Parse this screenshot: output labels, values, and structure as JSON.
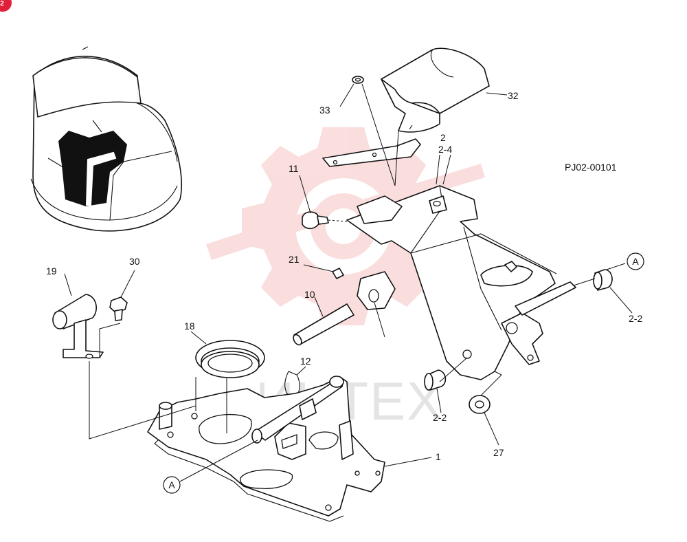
{
  "badge": {
    "text": "2",
    "color": "#e0203a"
  },
  "diagram_code": "PJ02-00101",
  "watermark": {
    "text": "ИНТЕХ",
    "color": "#f08a8a"
  },
  "callouts": [
    {
      "id": "c33",
      "text": "33"
    },
    {
      "id": "c32",
      "text": "32"
    },
    {
      "id": "c2",
      "text": "2"
    },
    {
      "id": "c2-4",
      "text": "2-4"
    },
    {
      "id": "c11",
      "text": "11"
    },
    {
      "id": "c21",
      "text": "21"
    },
    {
      "id": "c10",
      "text": "10"
    },
    {
      "id": "c19",
      "text": "19"
    },
    {
      "id": "c30",
      "text": "30"
    },
    {
      "id": "c18",
      "text": "18"
    },
    {
      "id": "c12",
      "text": "12"
    },
    {
      "id": "c2-2a",
      "text": "2-2"
    },
    {
      "id": "c2-2b",
      "text": "2-2"
    },
    {
      "id": "c27",
      "text": "27"
    },
    {
      "id": "c1",
      "text": "1"
    }
  ],
  "ref_markers": [
    {
      "id": "refA1",
      "text": "A"
    },
    {
      "id": "refA2",
      "text": "A"
    }
  ]
}
